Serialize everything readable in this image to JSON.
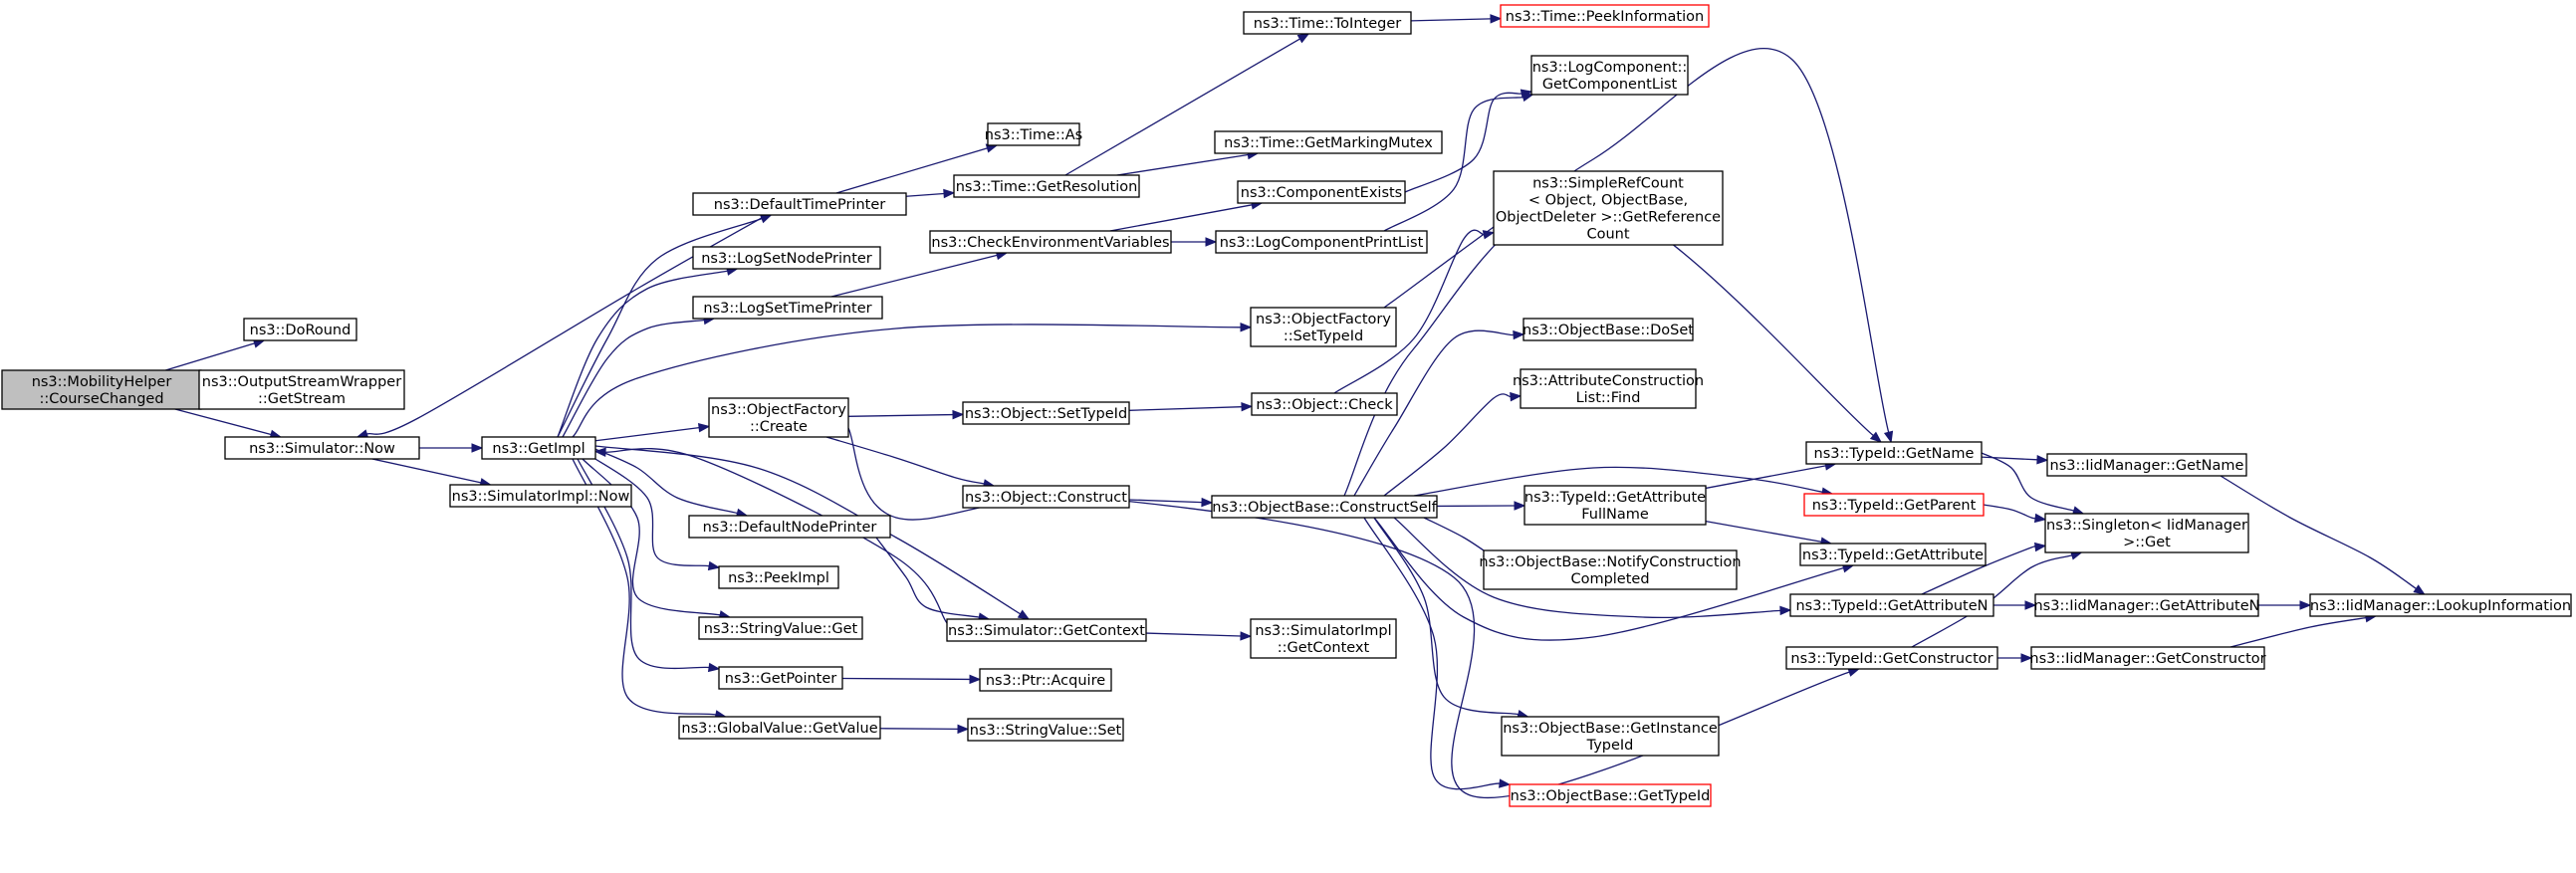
{
  "graph": {
    "colors": {
      "root_fill": "#bfbfbf",
      "node_fill": "#ffffff",
      "node_border": "#000000",
      "truncated_border": "#ff0000",
      "edge": "#191970"
    },
    "nodes": {
      "mobility_course": {
        "lines": [
          "ns3::MobilityHelper",
          "::CourseChanged"
        ],
        "role": "root"
      },
      "doround": {
        "lines": [
          "ns3::DoRound"
        ]
      },
      "osw_getstream": {
        "lines": [
          "ns3::OutputStreamWrapper",
          "::GetStream"
        ]
      },
      "sim_now": {
        "lines": [
          "ns3::Simulator::Now"
        ]
      },
      "getimpl": {
        "lines": [
          "ns3::GetImpl"
        ]
      },
      "simimpl_now": {
        "lines": [
          "ns3::SimulatorImpl::Now"
        ]
      },
      "default_time_printer": {
        "lines": [
          "ns3::DefaultTimePrinter"
        ]
      },
      "log_set_node_printer": {
        "lines": [
          "ns3::LogSetNodePrinter"
        ]
      },
      "log_set_time_printer": {
        "lines": [
          "ns3::LogSetTimePrinter"
        ]
      },
      "objfactory_create": {
        "lines": [
          "ns3::ObjectFactory",
          "::Create"
        ]
      },
      "default_node_printer": {
        "lines": [
          "ns3::DefaultNodePrinter"
        ]
      },
      "peekimpl": {
        "lines": [
          "ns3::PeekImpl"
        ]
      },
      "stringvalue_get": {
        "lines": [
          "ns3::StringValue::Get"
        ]
      },
      "getpointer": {
        "lines": [
          "ns3::GetPointer"
        ]
      },
      "globalvalue_getvalue": {
        "lines": [
          "ns3::GlobalValue::GetValue"
        ]
      },
      "time_as": {
        "lines": [
          "ns3::Time::As"
        ]
      },
      "time_getresolution": {
        "lines": [
          "ns3::Time::GetResolution"
        ]
      },
      "check_env_vars": {
        "lines": [
          "ns3::CheckEnvironmentVariables"
        ]
      },
      "object_settypeid": {
        "lines": [
          "ns3::Object::SetTypeId"
        ]
      },
      "object_construct": {
        "lines": [
          "ns3::Object::Construct"
        ]
      },
      "sim_getcontext": {
        "lines": [
          "ns3::Simulator::GetContext"
        ]
      },
      "ptr_acquire": {
        "lines": [
          "ns3::Ptr::Acquire"
        ]
      },
      "stringvalue_set": {
        "lines": [
          "ns3::StringValue::Set"
        ]
      },
      "time_tointeger": {
        "lines": [
          "ns3::Time::ToInteger"
        ]
      },
      "time_peekinfo": {
        "lines": [
          "ns3::Time::PeekInformation"
        ],
        "role": "truncated"
      },
      "time_getmarkingmutex": {
        "lines": [
          "ns3::Time::GetMarkingMutex"
        ]
      },
      "component_exists": {
        "lines": [
          "ns3::ComponentExists"
        ]
      },
      "logcomp_printlist": {
        "lines": [
          "ns3::LogComponentPrintList"
        ]
      },
      "objfactory_settypeid": {
        "lines": [
          "ns3::ObjectFactory",
          "::SetTypeId"
        ]
      },
      "object_check": {
        "lines": [
          "ns3::Object::Check"
        ]
      },
      "objectbase_constructself": {
        "lines": [
          "ns3::ObjectBase::ConstructSelf"
        ]
      },
      "simimpl_getcontext": {
        "lines": [
          "ns3::SimulatorImpl",
          "::GetContext"
        ]
      },
      "logcomp_getcomplist": {
        "lines": [
          "ns3::LogComponent::",
          "GetComponentList"
        ]
      },
      "simplerefcount": {
        "lines": [
          "ns3::SimpleRefCount",
          "< Object, ObjectBase,",
          "ObjectDeleter >::GetReference",
          "Count"
        ]
      },
      "objectbase_doset": {
        "lines": [
          "ns3::ObjectBase::DoSet"
        ]
      },
      "attrconstructionlist_find": {
        "lines": [
          "ns3::AttributeConstruction",
          "List::Find"
        ]
      },
      "typeid_getattrfullname": {
        "lines": [
          "ns3::TypeId::GetAttribute",
          "FullName"
        ]
      },
      "objectbase_notifyconstruction": {
        "lines": [
          "ns3::ObjectBase::NotifyConstruction",
          "Completed"
        ]
      },
      "objectbase_getinstancetypeid": {
        "lines": [
          "ns3::ObjectBase::GetInstance",
          "TypeId"
        ]
      },
      "objectbase_gettypeid": {
        "lines": [
          "ns3::ObjectBase::GetTypeId"
        ],
        "role": "truncated"
      },
      "typeid_getname": {
        "lines": [
          "ns3::TypeId::GetName"
        ]
      },
      "typeid_getparent": {
        "lines": [
          "ns3::TypeId::GetParent"
        ],
        "role": "truncated"
      },
      "typeid_getattribute": {
        "lines": [
          "ns3::TypeId::GetAttribute"
        ]
      },
      "typeid_getattributen": {
        "lines": [
          "ns3::TypeId::GetAttributeN"
        ]
      },
      "typeid_getconstructor": {
        "lines": [
          "ns3::TypeId::GetConstructor"
        ]
      },
      "iidmanager_getname": {
        "lines": [
          "ns3::IidManager::GetName"
        ]
      },
      "singleton_get": {
        "lines": [
          "ns3::Singleton< IidManager",
          ">::Get"
        ]
      },
      "iidmanager_getattributen": {
        "lines": [
          "ns3::IidManager::GetAttributeN"
        ]
      },
      "iidmanager_getconstructor": {
        "lines": [
          "ns3::IidManager::GetConstructor"
        ]
      },
      "iidmanager_lookupinfo": {
        "lines": [
          "ns3::IidManager::LookupInformation"
        ]
      }
    },
    "edges": [
      [
        "mobility_course",
        "doround"
      ],
      [
        "mobility_course",
        "osw_getstream"
      ],
      [
        "mobility_course",
        "sim_now"
      ],
      [
        "sim_now",
        "getimpl"
      ],
      [
        "sim_now",
        "simimpl_now"
      ],
      [
        "getimpl",
        "default_time_printer"
      ],
      [
        "getimpl",
        "log_set_node_printer"
      ],
      [
        "getimpl",
        "log_set_time_printer"
      ],
      [
        "getimpl",
        "objfactory_settypeid"
      ],
      [
        "getimpl",
        "objfactory_create"
      ],
      [
        "getimpl",
        "default_node_printer"
      ],
      [
        "getimpl",
        "peekimpl"
      ],
      [
        "getimpl",
        "stringvalue_get"
      ],
      [
        "getimpl",
        "getpointer"
      ],
      [
        "getimpl",
        "globalvalue_getvalue"
      ],
      [
        "getimpl",
        "sim_getcontext"
      ],
      [
        "default_time_printer",
        "sim_now"
      ],
      [
        "default_time_printer",
        "time_as"
      ],
      [
        "default_time_printer",
        "time_getresolution"
      ],
      [
        "time_getresolution",
        "time_tointeger"
      ],
      [
        "time_getresolution",
        "time_getmarkingmutex"
      ],
      [
        "time_tointeger",
        "time_peekinfo"
      ],
      [
        "log_set_time_printer",
        "check_env_vars"
      ],
      [
        "check_env_vars",
        "component_exists"
      ],
      [
        "check_env_vars",
        "logcomp_printlist"
      ],
      [
        "component_exists",
        "logcomp_getcomplist"
      ],
      [
        "logcomp_printlist",
        "logcomp_getcomplist"
      ],
      [
        "objfactory_settypeid",
        "typeid_getname"
      ],
      [
        "objfactory_create",
        "object_settypeid"
      ],
      [
        "objfactory_create",
        "object_construct"
      ],
      [
        "objfactory_create",
        "typeid_getconstructor"
      ],
      [
        "object_settypeid",
        "object_check"
      ],
      [
        "object_check",
        "simplerefcount"
      ],
      [
        "object_construct",
        "objectbase_constructself"
      ],
      [
        "default_node_printer",
        "sim_getcontext"
      ],
      [
        "sim_getcontext",
        "getimpl"
      ],
      [
        "sim_getcontext",
        "simimpl_getcontext"
      ],
      [
        "getpointer",
        "ptr_acquire"
      ],
      [
        "globalvalue_getvalue",
        "stringvalue_set"
      ],
      [
        "objectbase_constructself",
        "typeid_getname"
      ],
      [
        "objectbase_constructself",
        "objectbase_doset"
      ],
      [
        "objectbase_constructself",
        "attrconstructionlist_find"
      ],
      [
        "objectbase_constructself",
        "typeid_getattrfullname"
      ],
      [
        "objectbase_constructself",
        "typeid_getparent"
      ],
      [
        "objectbase_constructself",
        "objectbase_notifyconstruction"
      ],
      [
        "objectbase_constructself",
        "typeid_getattributen"
      ],
      [
        "objectbase_constructself",
        "typeid_getattribute"
      ],
      [
        "objectbase_constructself",
        "objectbase_getinstancetypeid"
      ],
      [
        "objectbase_constructself",
        "objectbase_gettypeid"
      ],
      [
        "typeid_getattrfullname",
        "typeid_getname"
      ],
      [
        "typeid_getattrfullname",
        "typeid_getattribute"
      ],
      [
        "typeid_getname",
        "iidmanager_getname"
      ],
      [
        "typeid_getname",
        "singleton_get"
      ],
      [
        "typeid_getparent",
        "singleton_get"
      ],
      [
        "typeid_getattributen",
        "singleton_get"
      ],
      [
        "typeid_getattributen",
        "iidmanager_getattributen"
      ],
      [
        "typeid_getconstructor",
        "singleton_get"
      ],
      [
        "typeid_getconstructor",
        "iidmanager_getconstructor"
      ],
      [
        "iidmanager_getname",
        "iidmanager_lookupinfo"
      ],
      [
        "iidmanager_getattributen",
        "iidmanager_lookupinfo"
      ],
      [
        "iidmanager_getconstructor",
        "iidmanager_lookupinfo"
      ]
    ]
  }
}
